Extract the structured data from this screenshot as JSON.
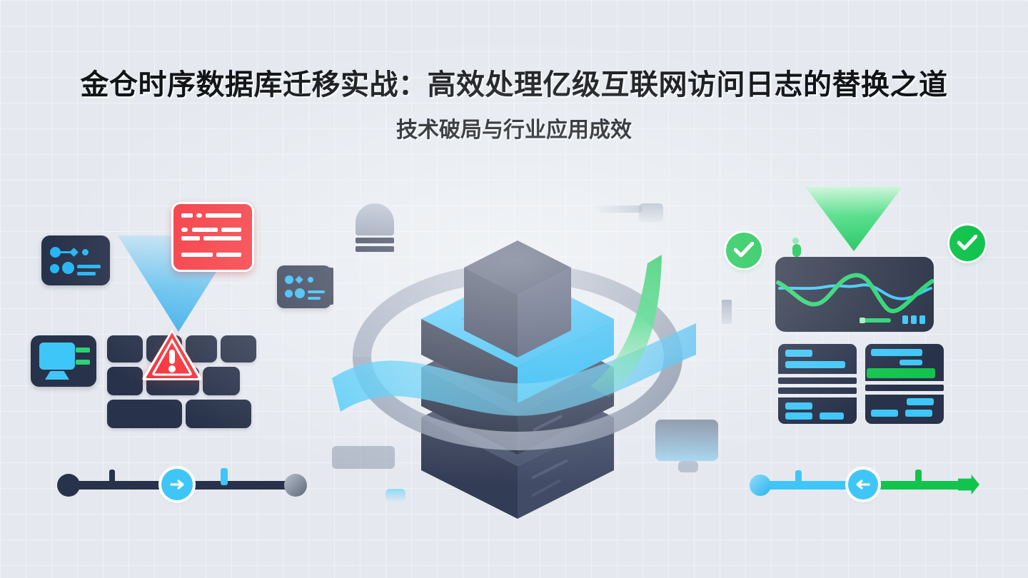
{
  "page": {
    "background_color": "#e5e9ef",
    "grid": "light-square-grid"
  },
  "title": {
    "main": "金仓时序数据库迁移实战：高效处理亿级互联网访问日志的替换之道",
    "sub": "技术破局与行业应用成效",
    "main_color": "#121417",
    "sub_color": "#14171c"
  },
  "palette": {
    "dark_navy": "#28324a",
    "cyan": "#3fc6f8",
    "blue": "#27b6f5",
    "green": "#12c44d",
    "green_bar": "#2bd373",
    "red": "#f5333b",
    "gray": "#8a96aa"
  },
  "left_cluster": {
    "label": "legacy-system-problems",
    "icons": [
      {
        "name": "node-graph-card-left",
        "type": "dark-card-with-blue-nodes"
      },
      {
        "name": "node-graph-card-small",
        "type": "dark-card-with-blue-nodes"
      },
      {
        "name": "error-log-card",
        "type": "red-log-card",
        "color": "#f5333b"
      },
      {
        "name": "down-arrow-blue",
        "type": "triangle-down",
        "color": "#2fa8e6"
      },
      {
        "name": "monitor-icon",
        "type": "desktop-monitor",
        "screen_color": "#3fc6f8"
      },
      {
        "name": "brick-wall",
        "type": "wall-of-bricks",
        "brick_count": 9
      },
      {
        "name": "warning-triangle-icon",
        "type": "alert",
        "color": "#f5333b"
      },
      {
        "name": "arch-marker",
        "type": "gray-dome-with-bars"
      }
    ],
    "timeline": {
      "name": "migration-timeline-before",
      "rail_color": "#28324a",
      "knob_color": "#3fc6f8",
      "direction": "right",
      "start_dot": "#28324a",
      "end_dot": "#8a96aa"
    }
  },
  "center": {
    "label": "database-stack-illustration",
    "cubes": [
      {
        "name": "cube-top",
        "color": "#3c4560"
      },
      {
        "name": "cube-layer-highlight",
        "color": "#2fbcf5"
      },
      {
        "name": "cube-middle",
        "color": "#28324a"
      },
      {
        "name": "cube-bottom",
        "color": "#39425c"
      }
    ],
    "ring": {
      "name": "orbit-ring",
      "color": "#8a96aa"
    },
    "ribbons": [
      {
        "name": "ribbon-blue",
        "color": "#3fc6f8"
      },
      {
        "name": "ribbon-green",
        "color": "#12c44d"
      }
    ]
  },
  "right_cluster": {
    "label": "kingbase-results",
    "icons": [
      {
        "name": "check-circle-left",
        "type": "success-check",
        "color": "#12c44d"
      },
      {
        "name": "check-circle-right",
        "type": "success-check",
        "color": "#12c44d"
      },
      {
        "name": "down-arrow-green",
        "type": "triangle-down",
        "color": "#12c155"
      },
      {
        "name": "performance-chart-card",
        "type": "dual-line-chart"
      },
      {
        "name": "report-card-left",
        "type": "document-card"
      },
      {
        "name": "report-card-right",
        "type": "document-card-with-green-row"
      }
    ],
    "chart_card": {
      "series": [
        {
          "name": "green-line",
          "color": "#2bd373"
        },
        {
          "name": "blue-line",
          "color": "#3fc6f8"
        }
      ],
      "legend_bar_color": "#2bd373",
      "status_bars_color": "#3fc6f8",
      "status_bars_count": 3
    },
    "timeline": {
      "name": "migration-timeline-after",
      "segment_1_color": "#3fc6f8",
      "segment_2_color": "#12c44d",
      "knob_color": "#3fc6f8",
      "direction": "left"
    }
  }
}
